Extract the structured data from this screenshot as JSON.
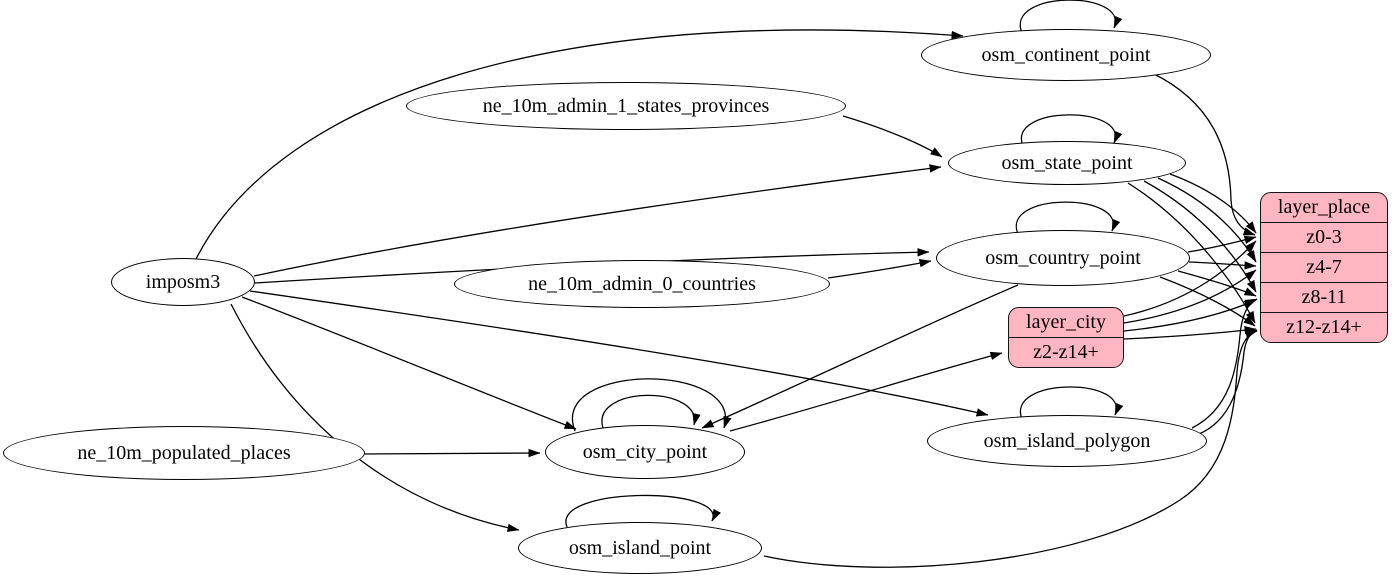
{
  "diagram": {
    "colors": {
      "background": "#ffffff",
      "edge_stroke": "#000000",
      "node_fill": "#ffffff",
      "record_fill": "#ffb6c1",
      "record_border": "#161616"
    },
    "nodes": {
      "imposm3": {
        "label": "imposm3"
      },
      "ne_10m_admin_1_states_provinces": {
        "label": "ne_10m_admin_1_states_provinces"
      },
      "ne_10m_admin_0_countries": {
        "label": "ne_10m_admin_0_countries"
      },
      "ne_10m_populated_places": {
        "label": "ne_10m_populated_places"
      },
      "osm_continent_point": {
        "label": "osm_continent_point"
      },
      "osm_state_point": {
        "label": "osm_state_point"
      },
      "osm_country_point": {
        "label": "osm_country_point"
      },
      "osm_city_point": {
        "label": "osm_city_point"
      },
      "osm_island_polygon": {
        "label": "osm_island_polygon"
      },
      "osm_island_point": {
        "label": "osm_island_point"
      }
    },
    "records": {
      "layer_place": {
        "title": "layer_place",
        "rows": [
          "z0-3",
          "z4-7",
          "z8-11",
          "z12-z14+"
        ]
      },
      "layer_city": {
        "title": "layer_city",
        "rows": [
          "z2-z14+"
        ]
      }
    },
    "edges": [
      {
        "from": "imposm3",
        "to": "osm_continent_point"
      },
      {
        "from": "imposm3",
        "to": "osm_state_point"
      },
      {
        "from": "imposm3",
        "to": "osm_country_point"
      },
      {
        "from": "imposm3",
        "to": "osm_city_point"
      },
      {
        "from": "imposm3",
        "to": "osm_island_polygon"
      },
      {
        "from": "imposm3",
        "to": "osm_island_point"
      },
      {
        "from": "ne_10m_admin_1_states_provinces",
        "to": "osm_state_point"
      },
      {
        "from": "ne_10m_admin_0_countries",
        "to": "osm_country_point"
      },
      {
        "from": "ne_10m_populated_places",
        "to": "osm_city_point"
      },
      {
        "from": "osm_continent_point",
        "to": "osm_continent_point"
      },
      {
        "from": "osm_state_point",
        "to": "osm_state_point"
      },
      {
        "from": "osm_country_point",
        "to": "osm_country_point"
      },
      {
        "from": "osm_city_point",
        "to": "osm_city_point"
      },
      {
        "from": "osm_city_point",
        "to": "osm_city_point"
      },
      {
        "from": "osm_island_polygon",
        "to": "osm_island_polygon"
      },
      {
        "from": "osm_island_point",
        "to": "osm_island_point"
      },
      {
        "from": "osm_country_point",
        "to": "osm_city_point"
      },
      {
        "from": "osm_city_point",
        "to": "layer_city",
        "port": "z2-z14+"
      },
      {
        "from": "osm_continent_point",
        "to": "layer_place",
        "port": "z0-3"
      },
      {
        "from": "osm_state_point",
        "to": "layer_place",
        "port": "z0-3"
      },
      {
        "from": "osm_state_point",
        "to": "layer_place",
        "port": "z4-7"
      },
      {
        "from": "osm_state_point",
        "to": "layer_place",
        "port": "z8-11"
      },
      {
        "from": "osm_state_point",
        "to": "layer_place",
        "port": "z12-z14+"
      },
      {
        "from": "osm_country_point",
        "to": "layer_place",
        "port": "z0-3"
      },
      {
        "from": "osm_country_point",
        "to": "layer_place",
        "port": "z4-7"
      },
      {
        "from": "osm_country_point",
        "to": "layer_place",
        "port": "z8-11"
      },
      {
        "from": "osm_country_point",
        "to": "layer_place",
        "port": "z12-z14+"
      },
      {
        "from": "layer_city",
        "to": "layer_place",
        "port": "z0-3"
      },
      {
        "from": "layer_city",
        "to": "layer_place",
        "port": "z4-7"
      },
      {
        "from": "layer_city",
        "to": "layer_place",
        "port": "z8-11"
      },
      {
        "from": "layer_city",
        "to": "layer_place",
        "port": "z12-z14+"
      },
      {
        "from": "osm_island_polygon",
        "to": "layer_place",
        "port": "z8-11"
      },
      {
        "from": "osm_island_polygon",
        "to": "layer_place",
        "port": "z12-z14+"
      },
      {
        "from": "osm_island_point",
        "to": "layer_place",
        "port": "z12-z14+"
      }
    ]
  }
}
